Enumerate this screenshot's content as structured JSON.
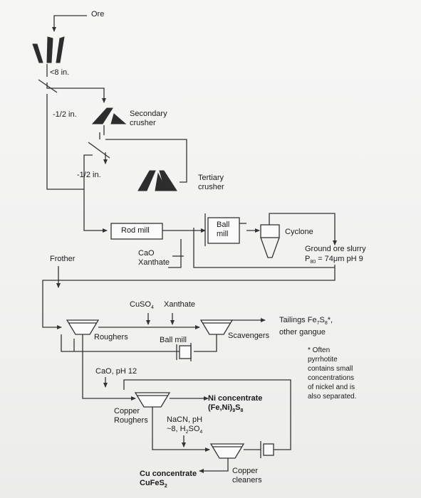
{
  "labels": {
    "ore": "Ore",
    "lt8in": "<8 in.",
    "half_in_1": "-1/2 in.",
    "secondary_crusher": "Secondary\ncrusher",
    "half_in_2": "-1/2 in.",
    "tertiary_crusher": "Tertiary\ncrusher",
    "rod_mill": "Rod mill",
    "ball_mill_top": "Ball\nmill",
    "cyclone": "Cyclone",
    "ground_ore_slurry": "Ground ore slurry",
    "p80": "P80 = 74μm pH 9",
    "frother": "Frother",
    "cao_xanthate": "CaO\nXanthate",
    "cuso4": "CuSO4",
    "xanthate": "Xanthate",
    "tailings": "Tailings Fe7S8*,\nother gangue",
    "roughers": "Roughers",
    "ball_mill_mid": "Ball mill",
    "scavengers": "Scavengers",
    "note": "* Often\npyrrhotite\ncontains small\nconcentrations\nof nickel and is\nalso separated.",
    "cao_ph12": "CaO, pH 12",
    "ni_concentrate": "Ni concentrate\n(Fe,Ni)9S8",
    "copper_roughers": "Copper\nRoughers",
    "nacn": "NaCN, pH\n~8, H2SO4",
    "cu_concentrate": "Cu concentrate\nCuFeS2",
    "copper_cleaners": "Copper\ncleaners"
  }
}
